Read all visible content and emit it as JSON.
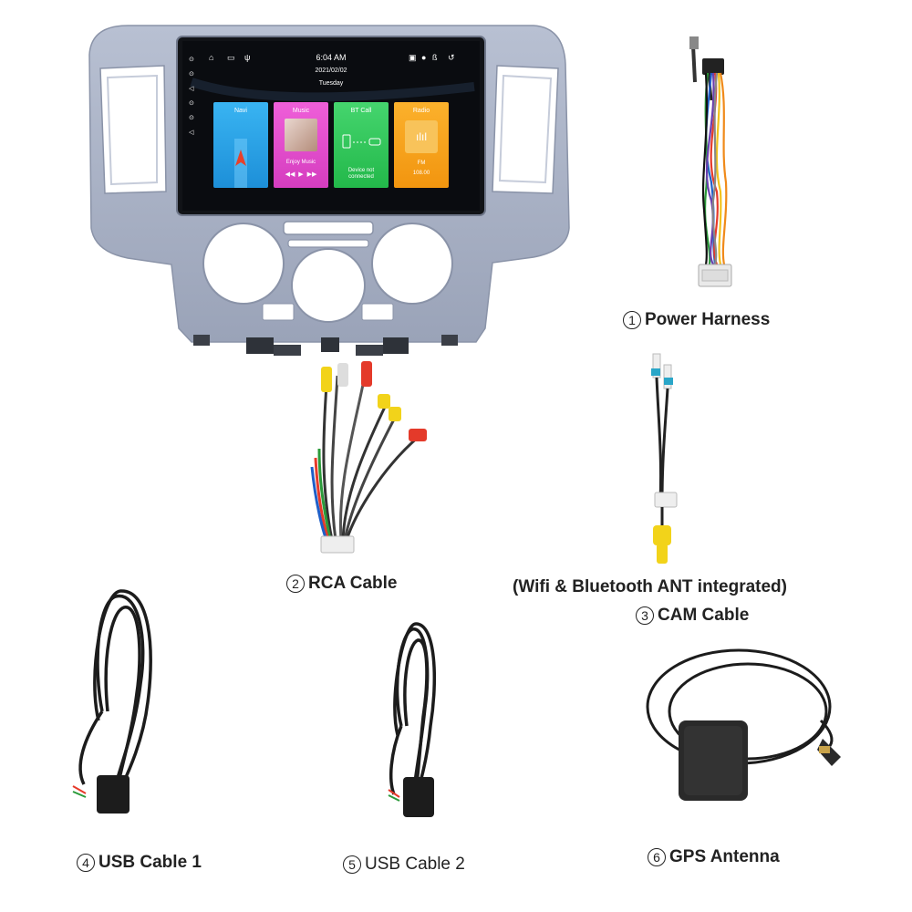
{
  "screen": {
    "time": "6:04 AM",
    "date": "2021/02/02",
    "weekday": "Tuesday",
    "tiles": {
      "navi": "Navi",
      "music": "Music",
      "music_sub": "Enjoy Music",
      "btcall": "BT Call",
      "btcall_sub": "Device not connected",
      "radio": "Radio",
      "radio_band": "FM",
      "radio_freq": "108.00"
    },
    "colors": {
      "navi": "#2aa7ea",
      "music": "#e040c8",
      "btcall": "#2fc95a",
      "radio": "#f7a21b",
      "frame": "#a9b3c8"
    },
    "icons": [
      "home-icon",
      "window-icon",
      "usb-icon",
      "cast-icon",
      "location-icon",
      "bluetooth-icon",
      "back-icon"
    ]
  },
  "labels": {
    "power": {
      "num": "1",
      "text": "Power Harness"
    },
    "rca": {
      "num": "2",
      "text": "RCA Cable"
    },
    "wifi_note": "(Wifi & Bluetooth ANT integrated)",
    "cam": {
      "num": "3",
      "text": "CAM Cable"
    },
    "usb1": {
      "num": "4",
      "text": "USB Cable 1"
    },
    "usb2": {
      "num": "5",
      "text": "USB Cable 2"
    },
    "gps": {
      "num": "6",
      "text": "GPS Antenna"
    }
  }
}
